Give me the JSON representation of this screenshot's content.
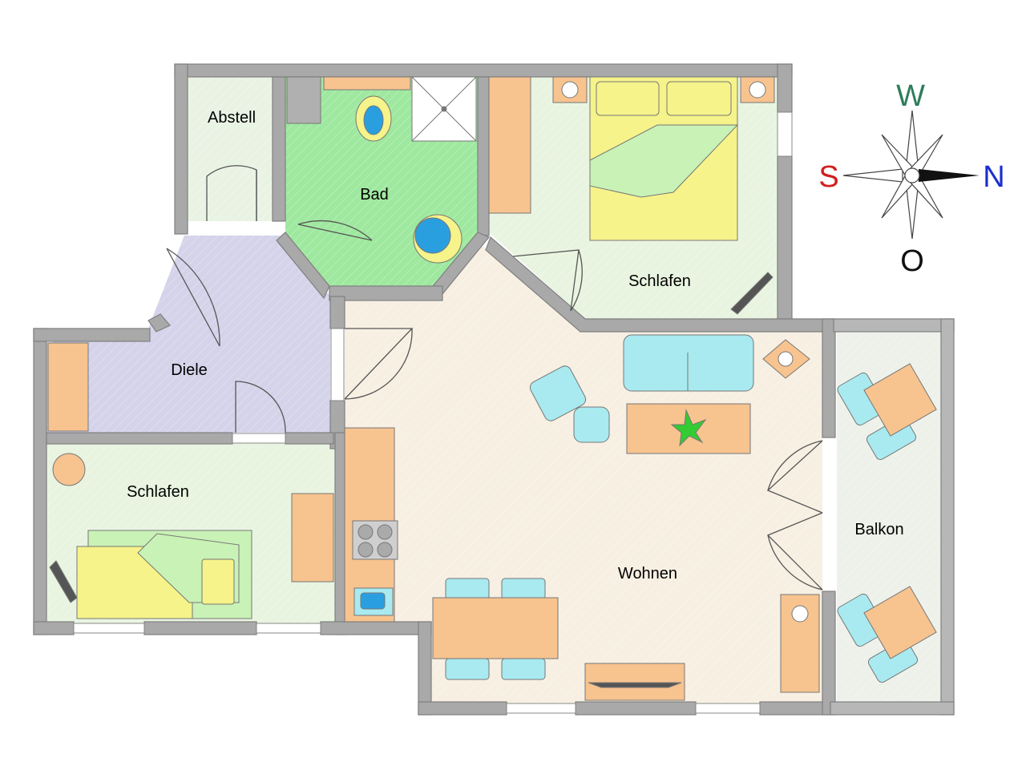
{
  "rooms": {
    "abstell": "Abstell",
    "bad": "Bad",
    "schlafen_1": "Schlafen",
    "diele": "Diele",
    "schlafen_2": "Schlafen",
    "wohnen": "Wohnen",
    "balkon": "Balkon"
  },
  "compass": {
    "west": "W",
    "south": "S",
    "north": "N",
    "east": "O"
  },
  "colors": {
    "wall": "#a9a9a9",
    "wall_edge": "#7f7f7f",
    "bad_floor": "#9fe89f",
    "diele_floor": "#d4d3ea",
    "schlafen_floor": "#e8f4e0",
    "wohnen_floor": "#f7efe2",
    "balkon_floor": "#edf1ea",
    "furniture_orange": "#f7c38f",
    "furniture_blue": "#a8eaf0",
    "bed_yellow": "#f5f38a",
    "blanket_green": "#c9f2b6",
    "west_color": "#2e7d5b",
    "south_color": "#d21f1f",
    "north_color": "#1a2fcf",
    "east_color": "#111111"
  }
}
